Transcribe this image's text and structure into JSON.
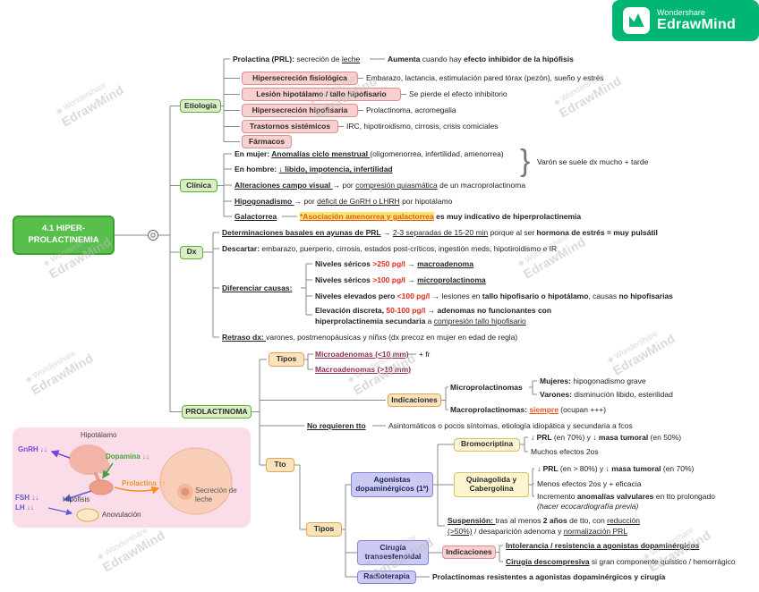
{
  "brand": {
    "company": "Wondershare",
    "product": "EdrawMind"
  },
  "watermark": {
    "company": "Wondershare",
    "product": "EdrawMind"
  },
  "root": {
    "title": "4.1 HIPER-PROLACTINEMIA"
  },
  "branches": {
    "etiologia": "Etiología",
    "clinica": "Clínica",
    "dx": "Dx",
    "prolactinoma": "PROLACTINOMA"
  },
  "colors": {
    "root_green": "#58be4c",
    "branch_green_fill": "#d9efc3",
    "branch_green_border": "#5fae3f",
    "pink": "#f8d0cf",
    "orange": "#fbe3bd",
    "blue": "#cacaf2",
    "yellow": "#fdf4d0",
    "red_values": "#e02b20",
    "highlight_yellow": "#ffe46b",
    "accent_orange": "#e25822",
    "maroon": "#8f2d56"
  },
  "etiologia": {
    "prl": [
      {
        "t": "Prolactina (PRL): ",
        "b": true
      },
      {
        "t": "secreción de "
      },
      {
        "t": "leche",
        "u": true
      }
    ],
    "aumenta": [
      {
        "t": "Aumenta ",
        "b": true
      },
      {
        "t": "cuando hay "
      },
      {
        "t": "efecto inhibidor de la hipófisis",
        "b": true
      }
    ],
    "boxes": {
      "fisiologica": "Hipersecreción fisiológica",
      "lesion": "Lesión hipotálamo / tallo hipofisario",
      "hipofisaria": "Hipersecreción hipofisaria",
      "sistemicos": "Trastornos sistémicos",
      "farmacos": "Fármacos"
    },
    "fisiologica_desc": [
      {
        "t": "Embarazo, lactancia, estimulación pared tórax (pezón), sueño y estrés"
      }
    ],
    "lesion_desc": [
      {
        "t": "Se pierde el efecto inhibitorio"
      }
    ],
    "hipofisaria_desc": [
      {
        "t": "Prolactinoma, acromegalia"
      }
    ],
    "sistemicos_desc": [
      {
        "t": "IRC, hipotiroidismo, cirrosis, crisis comiciales"
      }
    ]
  },
  "clinica": {
    "mujer": [
      {
        "t": "En mujer: ",
        "b": true
      },
      {
        "t": "Anomalías ciclo menstrual ",
        "b": true,
        "u": true
      },
      {
        "t": "(oligomenorrea, infertilidad, amenorrea)"
      }
    ],
    "hombre": [
      {
        "t": "En hombre: ",
        "b": true
      },
      {
        "t": "↓ libido, impotencia, infertilidad",
        "b": true,
        "u": true
      }
    ],
    "brace": "}",
    "varon": [
      {
        "t": "Varón se suele dx mucho + tarde"
      }
    ],
    "campo": [
      {
        "t": "Alteraciones campo visual ",
        "b": true,
        "u": true
      },
      {
        "t": "→ por "
      },
      {
        "t": "compresión quiasmática",
        "u": true
      },
      {
        "t": " de un macroprolactinoma"
      }
    ],
    "hipogonadismo": [
      {
        "t": "Hipogonadismo ",
        "b": true,
        "u": true
      },
      {
        "t": "→ por "
      },
      {
        "t": "déficit de GnRH o LHRH",
        "u": true
      },
      {
        "t": " por hipotálamo"
      }
    ],
    "galactorrea": [
      {
        "t": "Galactorrea",
        "b": true,
        "u": true
      }
    ],
    "asociacion": [
      {
        "t": "*Asociación amenorrea y galactorrea",
        "b": true,
        "u": true,
        "c": "#e25822",
        "h": "#ffe46b"
      },
      {
        "t": " es muy indicativo de hiperprolactinemia",
        "b": true
      }
    ]
  },
  "dx": {
    "determinaciones": [
      {
        "t": "Determinaciones basales en ayunas de PRL",
        "b": true,
        "u": true
      },
      {
        "t": " → "
      },
      {
        "t": "2-3 separadas de 15-20 min",
        "u": true
      },
      {
        "t": " porque al ser "
      },
      {
        "t": "hormona de estrés = muy pulsátil",
        "b": true
      }
    ],
    "descartar": [
      {
        "t": "Descartar: ",
        "b": true
      },
      {
        "t": "embarazo, puerperio, cirrosis, estados post-críticos, ingestión meds, hipotiroidismo e IR"
      }
    ],
    "diferenciar": [
      {
        "t": "Diferenciar causas:",
        "b": true,
        "u": true
      }
    ],
    "n250": [
      {
        "t": "Niveles séricos ",
        "b": true
      },
      {
        "t": ">250 pg/l",
        "b": true,
        "c": "#e02b20"
      },
      {
        "t": " → "
      },
      {
        "t": "macroadenoma",
        "b": true,
        "u": true
      }
    ],
    "n100": [
      {
        "t": "Niveles séricos ",
        "b": true
      },
      {
        "t": ">100 pg/l",
        "b": true,
        "c": "#e02b20"
      },
      {
        "t": " → "
      },
      {
        "t": "microprolactinoma",
        "b": true,
        "u": true
      }
    ],
    "elevados": [
      {
        "t": "Niveles elevados pero ",
        "b": true
      },
      {
        "t": "<100 pg/l",
        "b": true,
        "c": "#e02b20"
      },
      {
        "t": " → lesiones en "
      },
      {
        "t": "tallo hipofisario o hipotálamo",
        "b": true
      },
      {
        "t": ", causas "
      },
      {
        "t": "no hipofisarias",
        "b": true
      }
    ],
    "discreta": [
      {
        "t": "Elevación discreta, ",
        "b": true
      },
      {
        "t": "50-100 pg/l",
        "b": true,
        "c": "#e02b20"
      },
      {
        "t": " → "
      },
      {
        "t": "adenomas no funcionantes con hiperprolactinemia secundaria",
        "b": true
      },
      {
        "t": " a "
      },
      {
        "t": "compresión tallo hipofisario",
        "u": true
      }
    ],
    "retraso": [
      {
        "t": "Retraso dx: ",
        "b": true,
        "u": true
      },
      {
        "t": "varones, postmenopáusicas y niñxs (dx precoz en mujer en edad de regla)"
      }
    ]
  },
  "prolactinoma": {
    "tipos_label": "Tipos",
    "micro": [
      {
        "t": "Microadenomas (<10 mm)",
        "b": true,
        "u": true,
        "c": "#8f2d56"
      }
    ],
    "micro_fr": [
      {
        "t": "+ fr"
      }
    ],
    "macro": [
      {
        "t": "Macroadenomas (>10 mm)",
        "b": true,
        "u": true,
        "c": "#8f2d56"
      }
    ],
    "indicaciones_label": "Indicaciones",
    "microprol": [
      {
        "t": "Microprolactinomas",
        "b": true
      }
    ],
    "mujeres": [
      {
        "t": "Mujeres: ",
        "b": true
      },
      {
        "t": "hipogonadismo grave"
      }
    ],
    "varones": [
      {
        "t": "Varones: ",
        "b": true
      },
      {
        "t": "disminución libido, esterilidad"
      }
    ],
    "macroprol": [
      {
        "t": "Macroprolactinomas: ",
        "b": true
      },
      {
        "t": "siempre",
        "b": true,
        "u": true,
        "c": "#e25822"
      },
      {
        "t": " (ocupan +++)"
      }
    ],
    "no_tto": [
      {
        "t": "No requieren tto",
        "b": true,
        "u": true
      }
    ],
    "no_tto_desc": [
      {
        "t": "Asintomáticos o pocos síntomas, etiología idiopática y secundaria a fcos"
      }
    ],
    "tto_label": "Tto",
    "tipos2_label": "Tipos",
    "agonistas_label": "Agonistas dopaminérgicos (1ª)",
    "bromocriptina_label": "Bromocriptina",
    "bromo_prl": [
      {
        "t": "↓ PRL ",
        "b": true
      },
      {
        "t": "(en 70%) y ↓ "
      },
      {
        "t": "masa tumoral",
        "b": true
      },
      {
        "t": " (en 50%)"
      }
    ],
    "bromo_efectos": [
      {
        "t": "Muchos efectos 2os"
      }
    ],
    "quinagolida_label": "Quinagolida y Cabergolina",
    "quina_prl": [
      {
        "t": "↓ PRL ",
        "b": true
      },
      {
        "t": "(en > 80%) y ↓ "
      },
      {
        "t": "masa tumoral",
        "b": true
      },
      {
        "t": " (en 70%)"
      }
    ],
    "quina_efectos": [
      {
        "t": "Menos efectos 2os y + eficacia"
      }
    ],
    "quina_valvulares": [
      {
        "t": "Incremento "
      },
      {
        "t": "anomalías valvulares",
        "b": true
      },
      {
        "t": " en tto prolongado"
      }
    ],
    "quina_eco": [
      {
        "t": "(hacer ecocardiografía previa)",
        "i": true
      }
    ],
    "suspension": [
      {
        "t": "Suspensión: ",
        "b": true,
        "u": true
      },
      {
        "t": "tras al menos "
      },
      {
        "t": "2 años",
        "b": true
      },
      {
        "t": " de tto, con "
      },
      {
        "t": "reducción (>50%)",
        "u": true
      },
      {
        "t": " / desaparición adenoma y "
      },
      {
        "t": "normalización PRL",
        "u": true
      }
    ],
    "cirugia_label": "Cirugía transesfenoidal",
    "indicaciones2_label": "Indicaciones",
    "intolerancia": [
      {
        "t": "Intolerancia / resistencia a agonistas dopaminérgicos",
        "b": true,
        "u": true
      }
    ],
    "descompresiva": [
      {
        "t": "Cirugía descompresiva",
        "b": true,
        "u": true
      },
      {
        "t": " si gran componente quístico / hemorrágico"
      }
    ],
    "radioterapia_label": "Radioterapia",
    "radio_desc": [
      {
        "t": "Prolactinomas resistentes a agonistas dopaminérgicos y cirugía",
        "b": true
      }
    ]
  },
  "figure": {
    "hipotalamo": "Hipotálamo",
    "gnrh": "GnRH ↓↓",
    "dopamina": "Dopamina ↓↓",
    "hipofisis": "Hipófisis",
    "prolactina": "Prolactina ↑↑",
    "fsh": "FSH ↓↓",
    "lh": "LH ↓↓",
    "anovulacion": "Anovulación",
    "secrecion": "Secreción de leche"
  }
}
